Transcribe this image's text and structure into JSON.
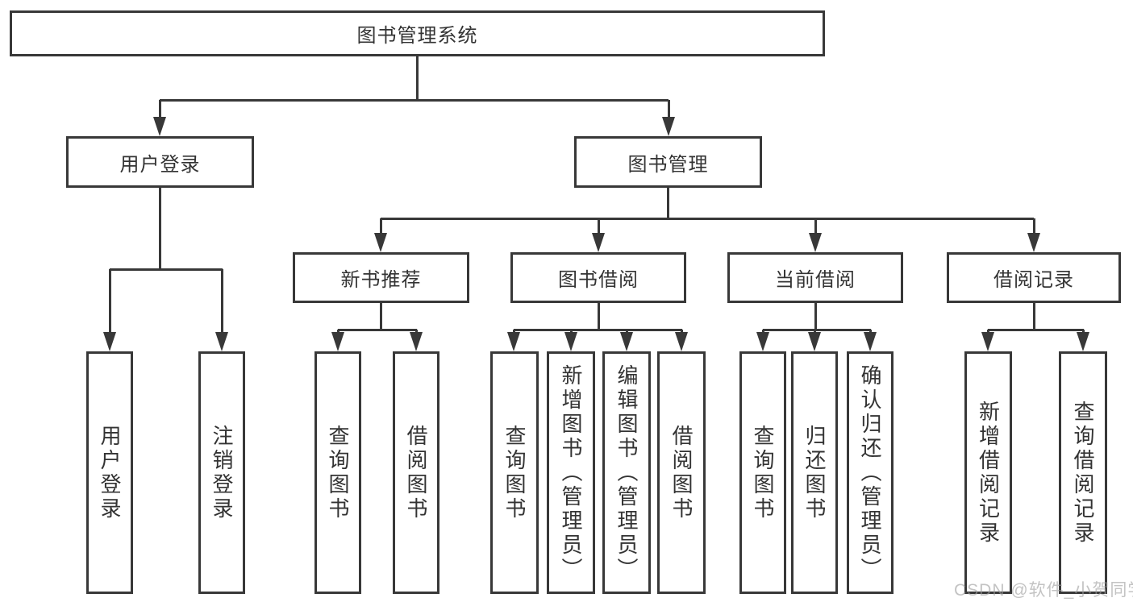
{
  "diagram": {
    "title": "图书管理系统",
    "root": {
      "label": "图书管理系统",
      "children": [
        {
          "label": "用户登录",
          "children": [
            {
              "label": "用户登录"
            },
            {
              "label": "注销登录"
            }
          ]
        },
        {
          "label": "图书管理",
          "children": [
            {
              "label": "新书推荐",
              "children": [
                {
                  "label": "查询图书"
                },
                {
                  "label": "借阅图书"
                }
              ]
            },
            {
              "label": "图书借阅",
              "children": [
                {
                  "label": "查询图书"
                },
                {
                  "label": "新增图书（管理员）"
                },
                {
                  "label": "编辑图书（管理员）"
                },
                {
                  "label": "借阅图书"
                }
              ]
            },
            {
              "label": "当前借阅",
              "children": [
                {
                  "label": "查询图书"
                },
                {
                  "label": "归还图书"
                },
                {
                  "label": "确认归还（管理员）"
                }
              ]
            },
            {
              "label": "借阅记录",
              "children": [
                {
                  "label": "新增借阅记录"
                },
                {
                  "label": "查询借阅记录"
                }
              ]
            }
          ]
        }
      ]
    }
  },
  "watermark": "CSDN @软件_小贺同学",
  "colors": {
    "line": "#383838",
    "text": "#333333",
    "background": "#ffffff",
    "watermark": "#9e9e9e"
  }
}
